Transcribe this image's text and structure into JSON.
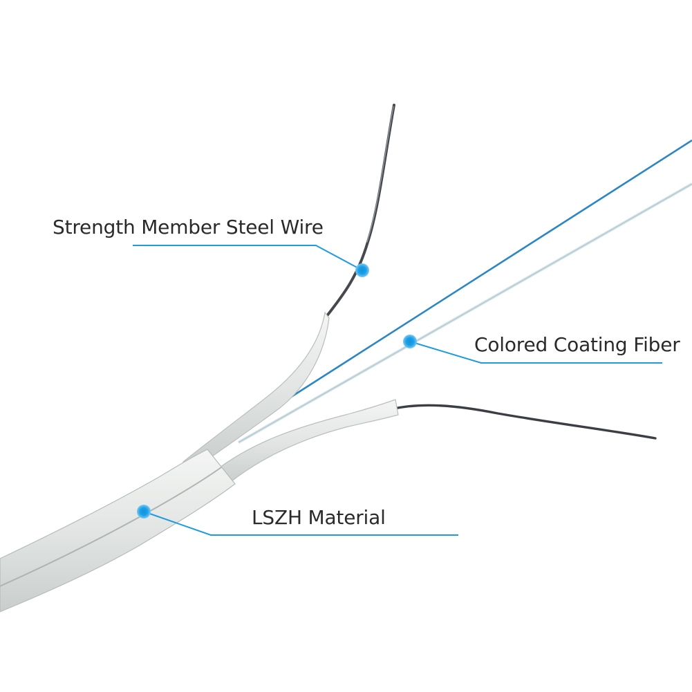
{
  "labels": {
    "steel_wire": "Strength Member Steel Wire",
    "coating_fiber": "Colored Coating Fiber",
    "lszh": "LSZH Material"
  },
  "colors": {
    "background": "#ffffff",
    "callout": "#1e9be0",
    "marker": "#1aa0e8",
    "label_text": "#2a2a2a",
    "jacket": "#e6e8e6",
    "jacket_shadow": "#b9bebc",
    "steel": "#4a4d52",
    "fiber_blue": "#2b86c4",
    "fiber_natural": "#d3e2e6"
  },
  "icons": [
    "callout-marker-icon"
  ]
}
